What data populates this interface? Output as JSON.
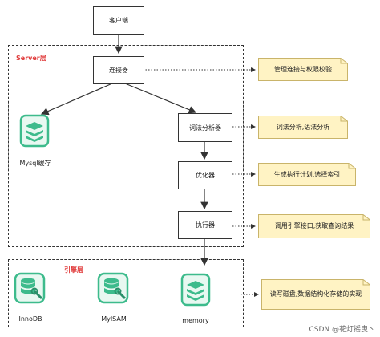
{
  "nodes": {
    "client": "客户端",
    "connector": "连接器",
    "analyzer": "词法分析器",
    "optimizer": "优化器",
    "executor": "执行器"
  },
  "regions": {
    "server": "Server层",
    "engine": "引擎层"
  },
  "cache": {
    "label": "Mysql缓存"
  },
  "notes": {
    "connector": "管理连接与权限校验",
    "analyzer": "词法分析,语法分析",
    "optimizer": "生成执行计划,选择索引",
    "executor": "调用引擎接口,获取查询结果",
    "engine": "读写磁盘,数据结构化存储的实现"
  },
  "engines": [
    "InnoDB",
    "MyISAM",
    "memory"
  ],
  "watermark": "CSDN @花灯摇曳丶",
  "colors": {
    "accent": "#e03a3a",
    "note_fill": "#fff3c4",
    "note_border": "#c9b46a",
    "icon_green": "#3dbb8c"
  }
}
